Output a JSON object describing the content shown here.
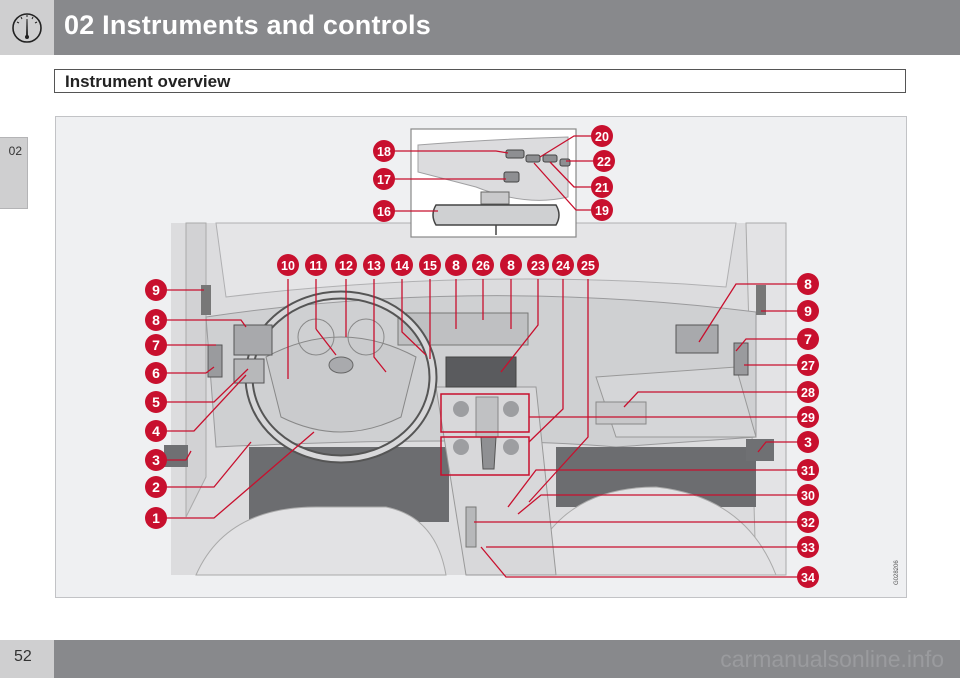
{
  "header": {
    "chapter_title": "02 Instruments and controls",
    "icon": "gauge-icon"
  },
  "section": {
    "title": "Instrument overview"
  },
  "side_tab": {
    "label": "02"
  },
  "figure": {
    "image_code": "G028206",
    "callout_color": "#c8102e",
    "callouts": [
      "1",
      "2",
      "3",
      "4",
      "5",
      "6",
      "7",
      "8",
      "9",
      "10",
      "11",
      "12",
      "13",
      "14",
      "15",
      "8",
      "26",
      "8",
      "23",
      "24",
      "25",
      "16",
      "17",
      "18",
      "19",
      "20",
      "21",
      "22",
      "8",
      "9",
      "7",
      "27",
      "28",
      "29",
      "3",
      "31",
      "30",
      "32",
      "33",
      "34"
    ]
  },
  "footer": {
    "page_number": "52",
    "watermark": "carmanualsonline.info"
  }
}
